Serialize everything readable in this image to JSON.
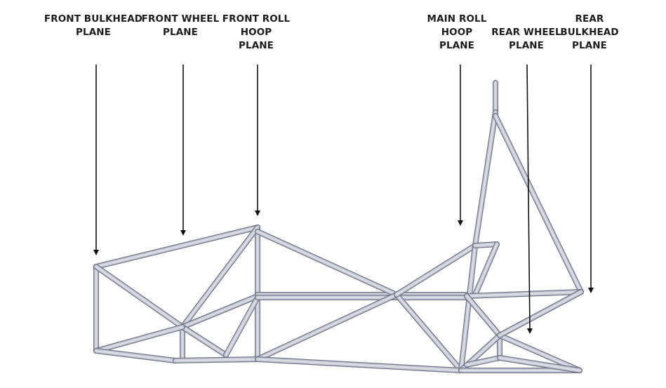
{
  "labels": {
    "front_bulkhead": [
      "FRONT BULKHEAD",
      "PLANE"
    ],
    "front_wheel": [
      "FRONT WHEEL",
      "PLANE"
    ],
    "front_roll_hoop": [
      "FRONT ROLL",
      "HOOP",
      "PLANE"
    ],
    "main_roll_hoop": [
      "MAIN ROLL",
      "HOOP",
      "PLANE"
    ],
    "rear_wheel": [
      "REAR WHEEL",
      "PLANE"
    ],
    "rear_bulkhead": [
      "REAR",
      "BULKHEAD",
      "PLANE"
    ]
  },
  "colors": {
    "tube_fill": "#c9ccd6",
    "tube_edge": "#6e7386",
    "arrow": "#111111"
  }
}
